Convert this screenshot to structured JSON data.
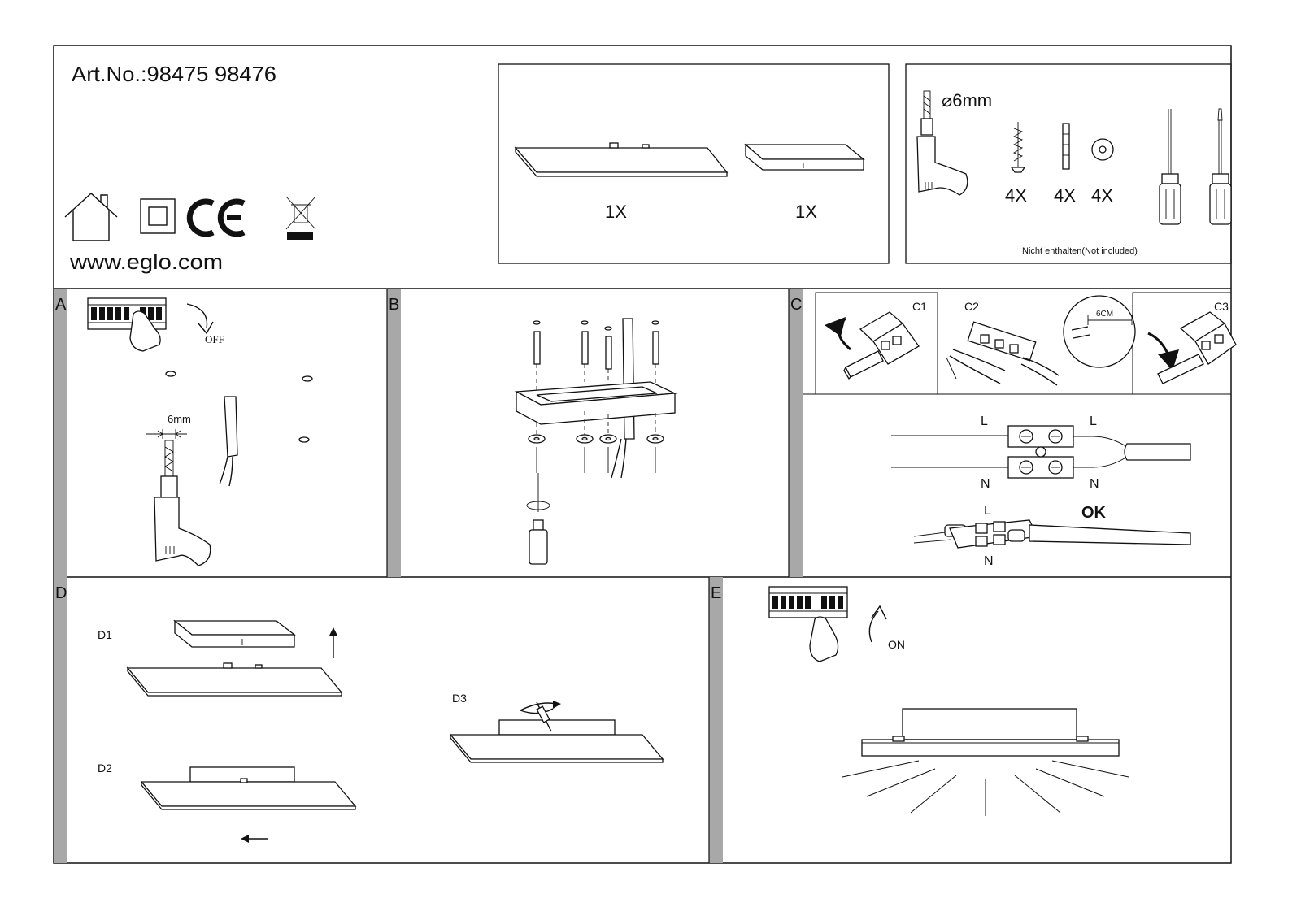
{
  "header": {
    "article_number": "Art.No.:98475 98476",
    "website": "www.eglo.com",
    "cert_icons": [
      "indoor-use-house-icon",
      "class-ii-double-insulation-icon",
      "ce-mark-icon",
      "weee-crossed-bin-icon"
    ]
  },
  "included_parts": {
    "items": [
      {
        "name": "light-panel",
        "quantity": "1X"
      },
      {
        "name": "mounting-frame",
        "quantity": "1X"
      }
    ]
  },
  "not_included": {
    "drill_size": "⌀6mm",
    "quantities": [
      "4X",
      "4X",
      "4X"
    ],
    "note": "Nicht enthalten(Not included)"
  },
  "steps": {
    "A": {
      "letter": "A",
      "switch_label": "OFF",
      "drill_label": "6mm"
    },
    "B": {
      "letter": "B"
    },
    "C": {
      "letter": "C",
      "sub_labels": [
        "C1",
        "C2",
        "C3"
      ],
      "strip_length": "6CM",
      "live": "L",
      "neutral": "N",
      "ok": "OK"
    },
    "D": {
      "letter": "D",
      "sub_labels": [
        "D1",
        "D2",
        "D3"
      ]
    },
    "E": {
      "letter": "E",
      "switch_label": "ON"
    }
  }
}
